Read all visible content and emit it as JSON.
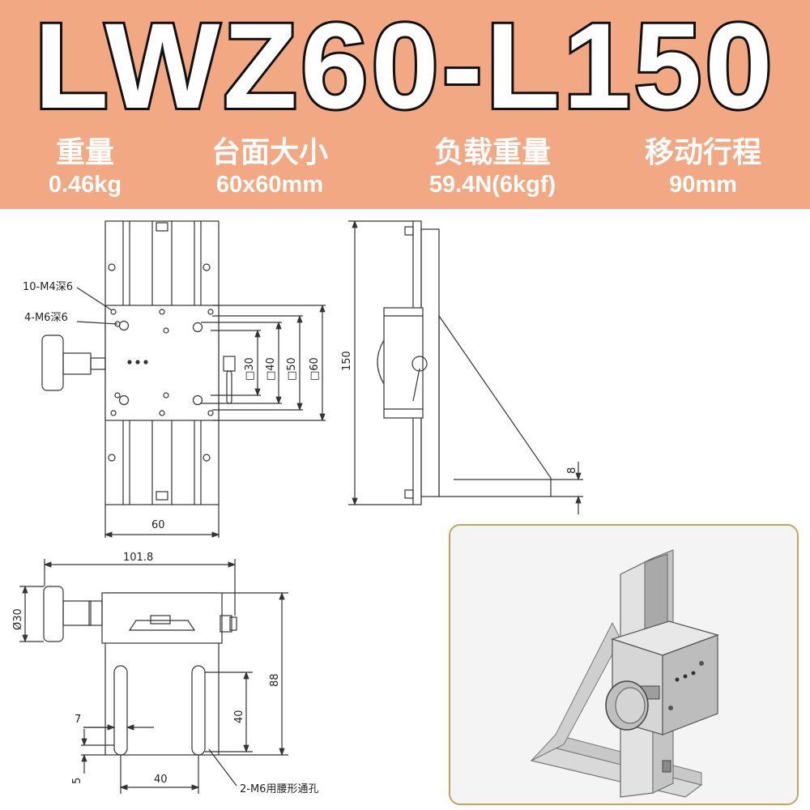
{
  "title": "LWZ60-L150",
  "specs": [
    {
      "label": "重量",
      "value": "0.46kg"
    },
    {
      "label": "台面大小",
      "value": "60x60mm"
    },
    {
      "label": "负载重量",
      "value": "59.4N(6kgf)"
    },
    {
      "label": "移动行程",
      "value": "90mm"
    }
  ],
  "colors": {
    "header_bg": "#f2a882",
    "text": "#ffffff",
    "outline": "#111111",
    "frame": "#c4a15c"
  },
  "drawing": {
    "top_view": {
      "hole_callout_m4": "10-M4深6",
      "hole_callout_m6": "4-M6深6",
      "dim_width": "60",
      "square_30": "□30",
      "square_40": "□40",
      "square_50": "□50",
      "square_60": "□60"
    },
    "side_view": {
      "dim_height": "150",
      "dim_thickness": "8"
    },
    "front_view": {
      "dim_overall": "101.8",
      "dim_knob_dia": "Ø30",
      "dim_height": "88",
      "dim_slot_len": "40",
      "dim_slot_width": "7",
      "dim_base_offset": "5",
      "dim_slot_spacing": "40",
      "slot_callout": "2-M6用腰形通孔"
    }
  }
}
